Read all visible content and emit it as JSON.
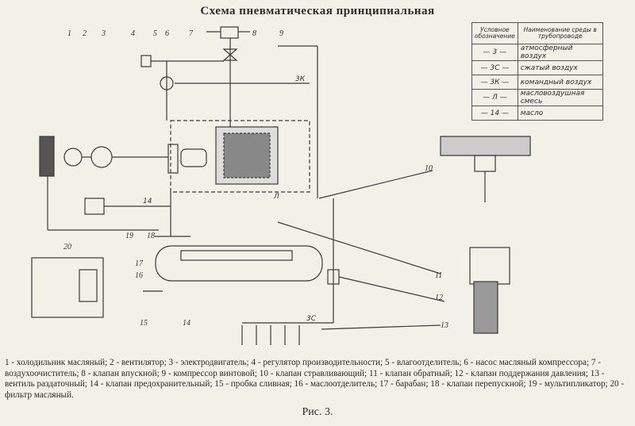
{
  "title": "Схема пневматическая принципиальная",
  "legend": {
    "headers": [
      "Условное обозначение",
      "Наименование среды в трубопроводе"
    ],
    "rows": [
      {
        "code": "— 3 —",
        "desc": "атмосферный воздух"
      },
      {
        "code": "— 3С —",
        "desc": "сжатый воздух"
      },
      {
        "code": "— 3К —",
        "desc": "командный воздух"
      },
      {
        "code": "— Л —",
        "desc": "масловоздушная смесь"
      },
      {
        "code": "— 14 —",
        "desc": "масло"
      }
    ]
  },
  "callouts": [
    "1",
    "2",
    "3",
    "4",
    "5",
    "6",
    "7",
    "8",
    "9",
    "10",
    "11",
    "12",
    "13",
    "14",
    "15",
    "16",
    "17",
    "18",
    "19",
    "20"
  ],
  "line_codes": {
    "zk": "3К",
    "zs": "3С",
    "ml": "14",
    "ml2": "Л"
  },
  "caption": "1 - холодильник масляный; 2 - вентилятор; 3 - электродвигатель; 4 - регулятор производительности; 5 - влагоотделитель; 6 - насос масляный компрессора; 7 - воздухоочиститель; 8 - клапан впускной; 9 - компрессор винтовой; 10 - клапан стравливающий; 11 - клапан обратный; 12 - клапан поддержания давления; 13 - вентиль раздаточный; 14 - клапан предохранительный; 15 - пробка сливная; 16 - маслоотделитель; 17 - барабан; 18 - клапаи перепускной; 19 - мультипликатор; 20 - фильтр масляный.",
  "figure_label": "Рис. 3."
}
